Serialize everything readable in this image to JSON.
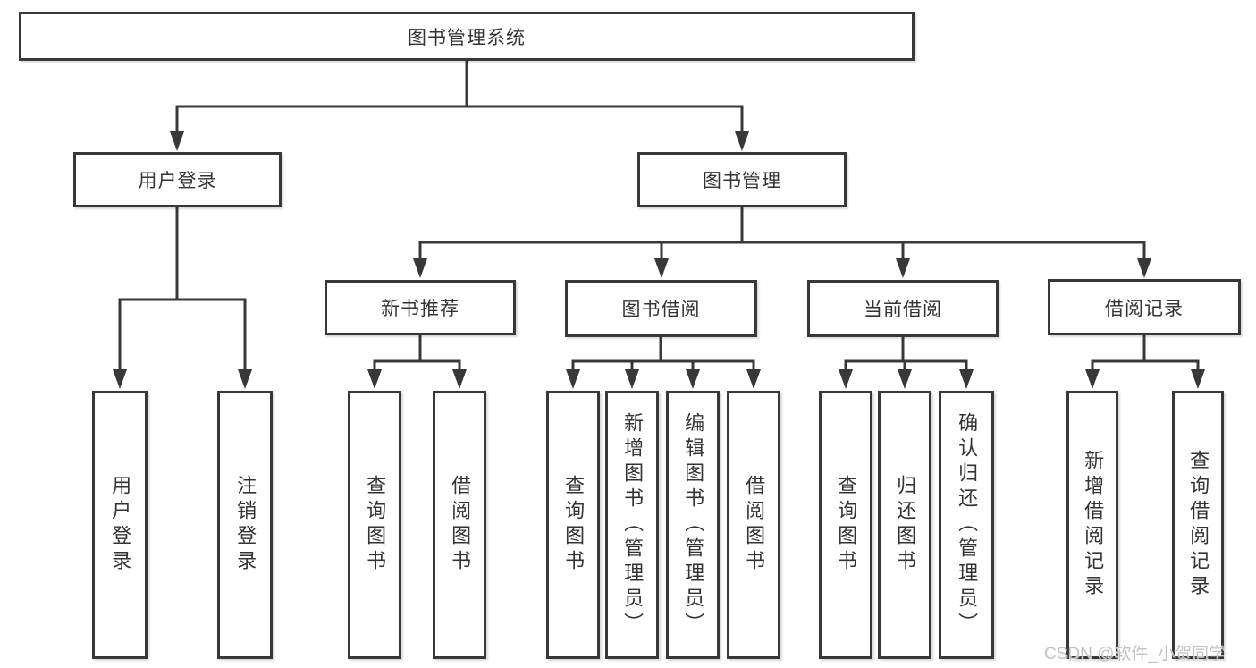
{
  "colors": {
    "line": "#383838",
    "text": "#333333",
    "watermark": "#c2c2c2",
    "background": "#ffffff"
  },
  "watermark": {
    "text": "CSDN @软件_小贺同学"
  },
  "nodes": {
    "root": {
      "label": "图书管理系统"
    },
    "user_login": {
      "label": "用户登录"
    },
    "book_management": {
      "label": "图书管理"
    },
    "new_book_recommendation": {
      "label": "新书推荐"
    },
    "book_borrowing": {
      "label": "图书借阅"
    },
    "current_borrowing": {
      "label": "当前借阅"
    },
    "borrowing_records": {
      "label": "借阅记录"
    },
    "leaf_user_login": {
      "label": "用户登录"
    },
    "leaf_logout": {
      "label": "注销登录"
    },
    "leaf_query_books_recommend": {
      "label": "查询图书"
    },
    "leaf_borrow_books_recommend": {
      "label": "借阅图书"
    },
    "leaf_query_books_borrowing": {
      "label": "查询图书"
    },
    "leaf_add_books_admin": {
      "label": "新增图书（管理员）"
    },
    "leaf_edit_books_admin": {
      "label": "编辑图书（管理员）"
    },
    "leaf_borrow_books_borrowing": {
      "label": "借阅图书"
    },
    "leaf_query_books_current": {
      "label": "查询图书"
    },
    "leaf_return_books": {
      "label": "归还图书"
    },
    "leaf_confirm_return_admin": {
      "label": "确认归还（管理员）"
    },
    "leaf_add_borrow_record": {
      "label": "新增借阅记录"
    },
    "leaf_query_borrow_record": {
      "label": "查询借阅记录"
    }
  }
}
